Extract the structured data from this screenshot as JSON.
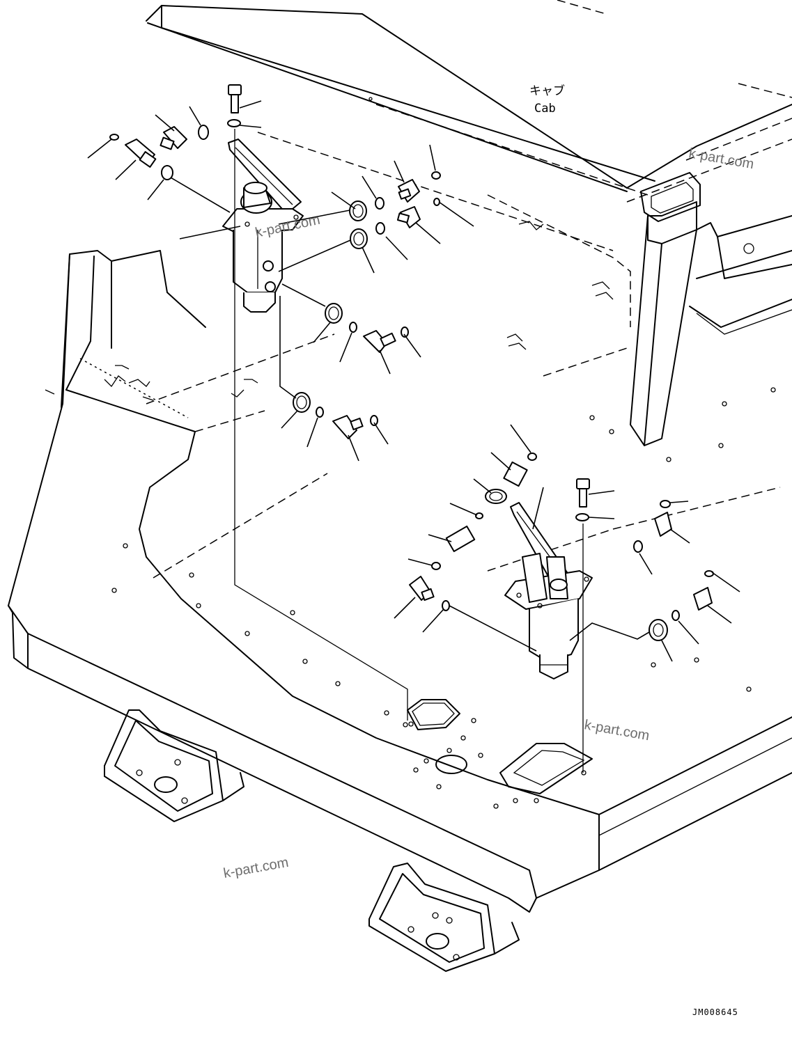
{
  "labels": {
    "cab_jp": "キャブ",
    "cab_en": "Cab"
  },
  "watermarks": [
    "k-part.com",
    "k-part.com",
    "k-part.com",
    "k-part.com"
  ],
  "drawing_code": "JM008645"
}
